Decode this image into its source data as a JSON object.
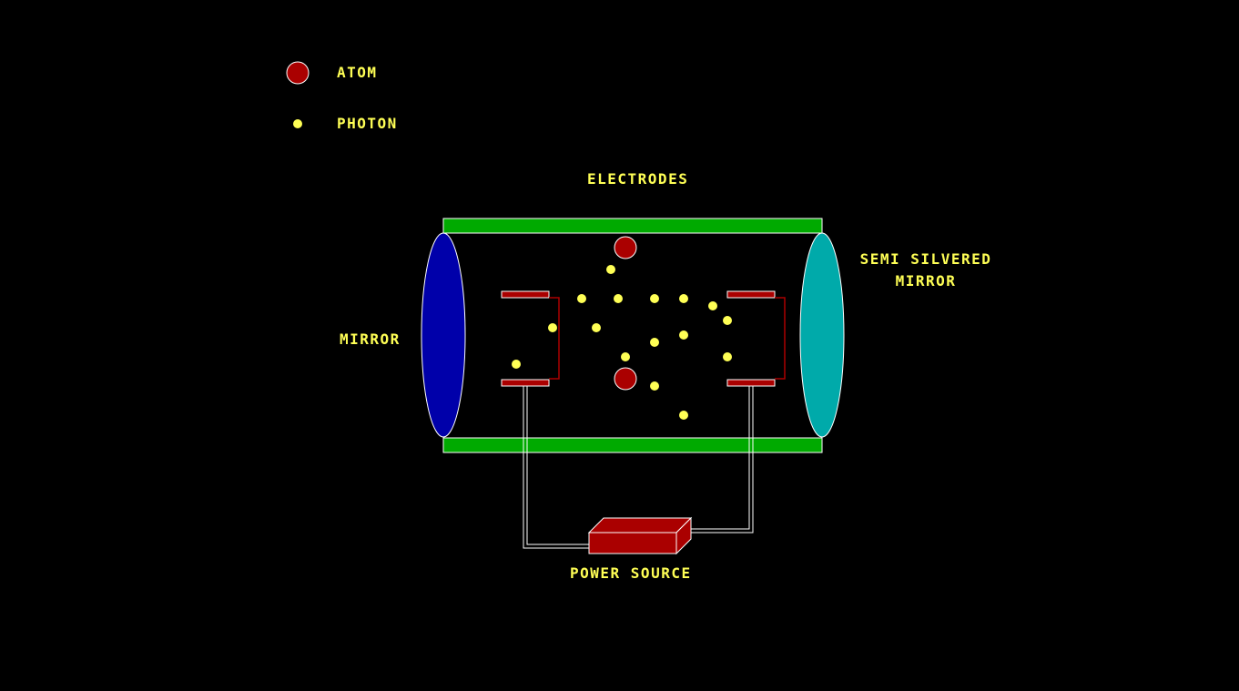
{
  "legend": {
    "atom_label": "ATOM",
    "photon_label": "PHOTON"
  },
  "labels": {
    "electrodes": "ELECTRODES",
    "mirror": "MIRROR",
    "semi_silvered_line1": "SEMI SILVERED",
    "semi_silvered_line2": "MIRROR",
    "power_source": "POWER SOURCE"
  },
  "colors": {
    "background": "#000000",
    "text": "#ffff55",
    "atom": "#aa0000",
    "photon": "#ffff55",
    "tube": "#00aa00",
    "mirror": "#0000aa",
    "semi_silvered_mirror": "#00aaaa",
    "electrode_plate": "#aa0000",
    "wire": "#ffffff"
  },
  "icons": {
    "atom": "red-circle",
    "photon": "yellow-dot"
  }
}
